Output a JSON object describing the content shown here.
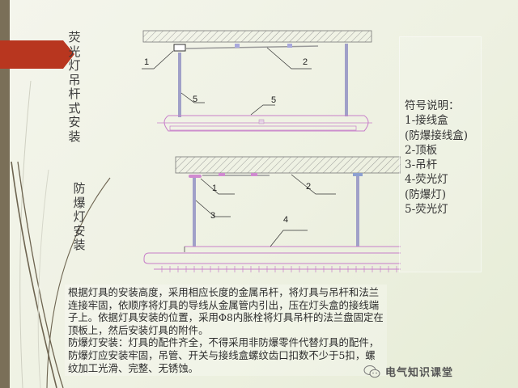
{
  "titles": {
    "fluorescent_pendant": "荧光灯吊杆式安装",
    "explosion_proof": "防爆灯安装"
  },
  "diagram_top": {
    "labels": [
      "1",
      "2",
      "5",
      "5"
    ]
  },
  "diagram_bottom": {
    "labels": [
      "1",
      "2",
      "3",
      "4"
    ]
  },
  "legend": {
    "title": "符号说明：",
    "items": [
      "1-接线盒",
      "(防爆接线盒)",
      "2-顶板",
      "3-吊杆",
      "4-荧光灯",
      "(防爆灯)",
      "5-荧光灯"
    ]
  },
  "description": {
    "paragraph1": "根据灯具的安装高度，采用相应长度的金属吊杆，将灯具与吊杆和法兰连接牢固，依顺序将灯具的导线从金属管内引出，压在灯头盒的接线端子上。依据灯具安装的位置，采用Φ8内胀栓将灯具吊杆的法兰盘固定在顶板上，然后安装灯具的附件。",
    "paragraph2": "防爆灯安装：灯具的配件齐全，不得采用非防爆零件代替灯具的配件，防爆灯应安装牢固，吊管、开关与接线盒螺纹齿口扣数不少于5扣，螺纹加工光滑、完整、无锈蚀。"
  },
  "watermark": {
    "text": "电气知识课堂"
  },
  "colors": {
    "sidebar": "#7a6f58",
    "accent_red": "#b8361f",
    "lamp_outline": "#c77ec9",
    "rod": "#8f8fb8"
  }
}
